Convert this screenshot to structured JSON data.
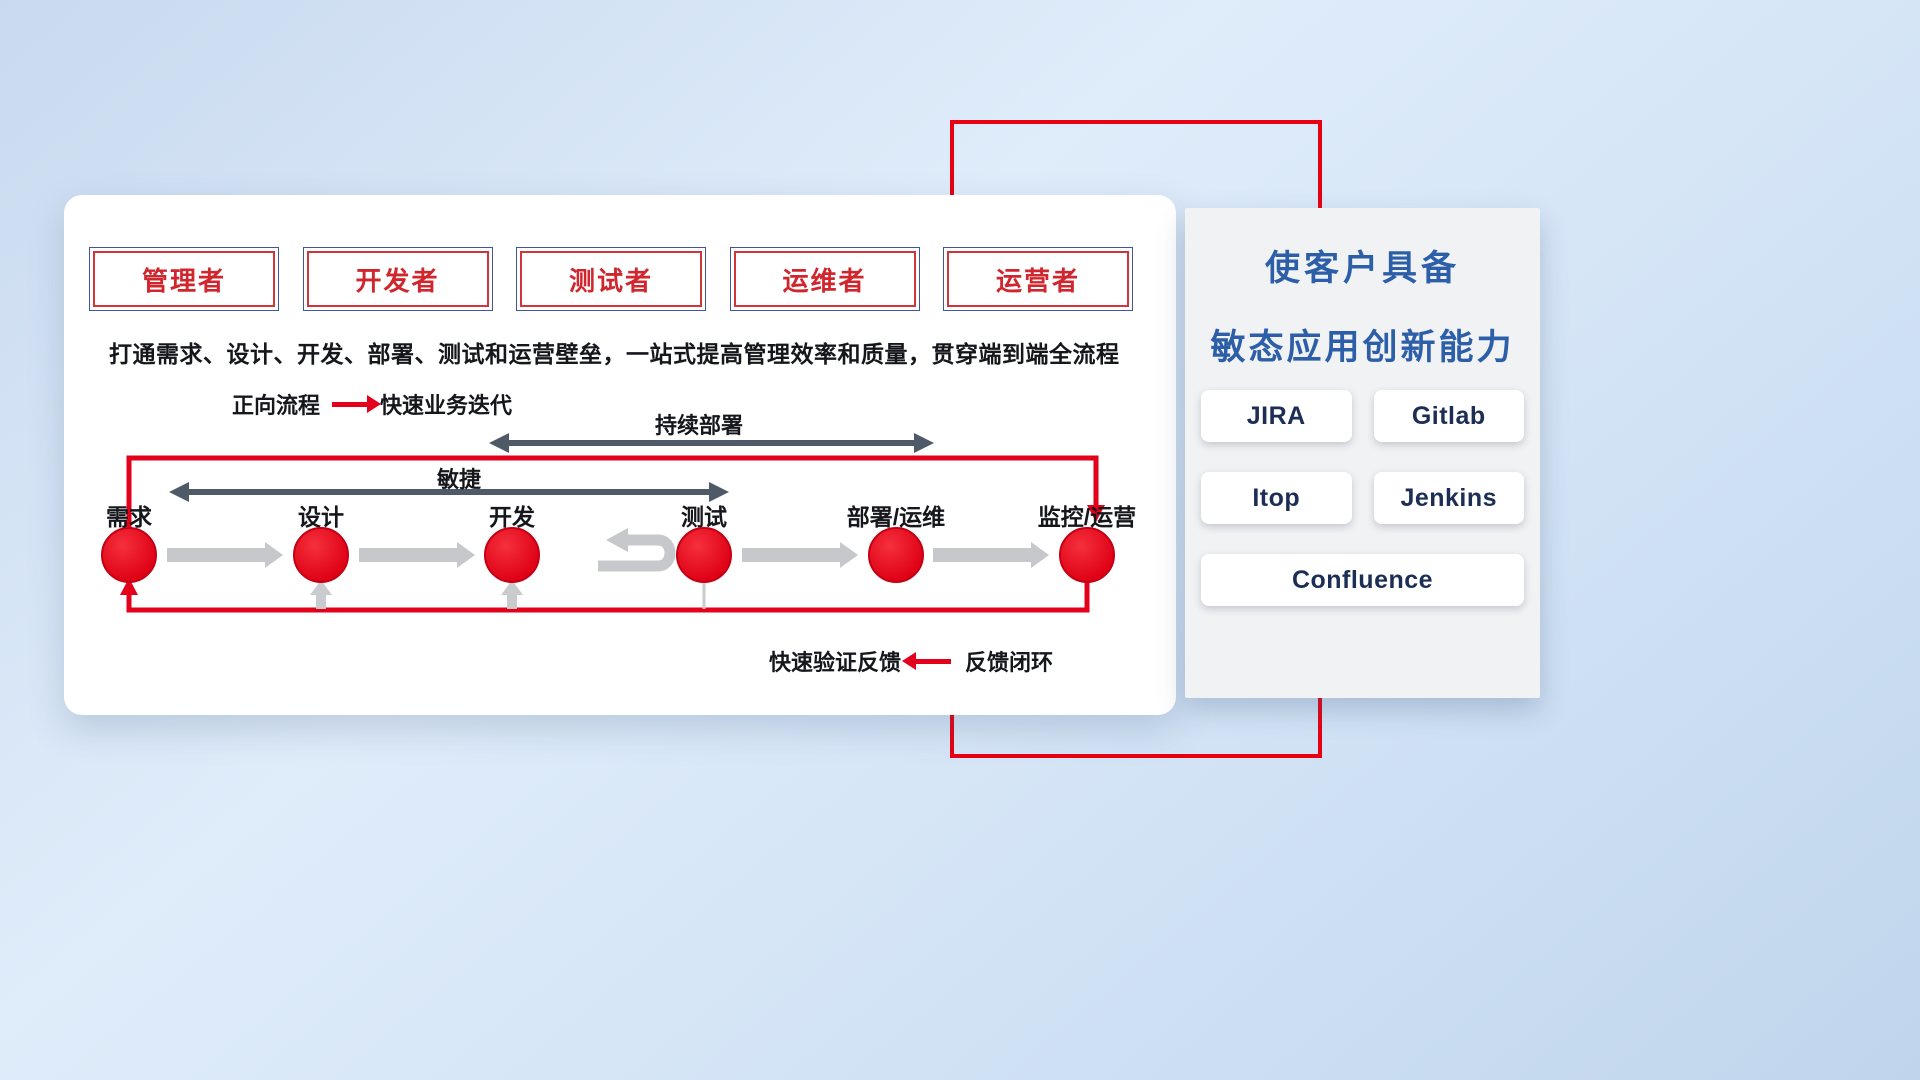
{
  "roles": {
    "items": [
      "管理者",
      "开发者",
      "测试者",
      "运维者",
      "运营者"
    ]
  },
  "subtitle": "打通需求、设计、开发、部署、测试和运营壁垒，一站式提高管理效率和质量，贯穿端到端全流程",
  "legend_forward": {
    "label": "正向流程",
    "value": "快速业务迭代"
  },
  "legend_feedback": {
    "label": "快速验证反馈",
    "value": "反馈闭环"
  },
  "flow": {
    "cd_label": "持续部署",
    "agile_label": "敏捷",
    "stages": [
      "需求",
      "设计",
      "开发",
      "测试",
      "部署/运维",
      "监控/运营"
    ]
  },
  "panel": {
    "title_line1": "使客户具备",
    "title_line2": "敏态应用创新能力",
    "tools": [
      "JIRA",
      "Gitlab",
      "Itop",
      "Jenkins",
      "Confluence"
    ]
  },
  "colors": {
    "accent_red": "#e2001a",
    "title_blue": "#2d5fa8",
    "dark_arrow": "#4e5a68",
    "light_arrow": "#c6c8cc"
  }
}
